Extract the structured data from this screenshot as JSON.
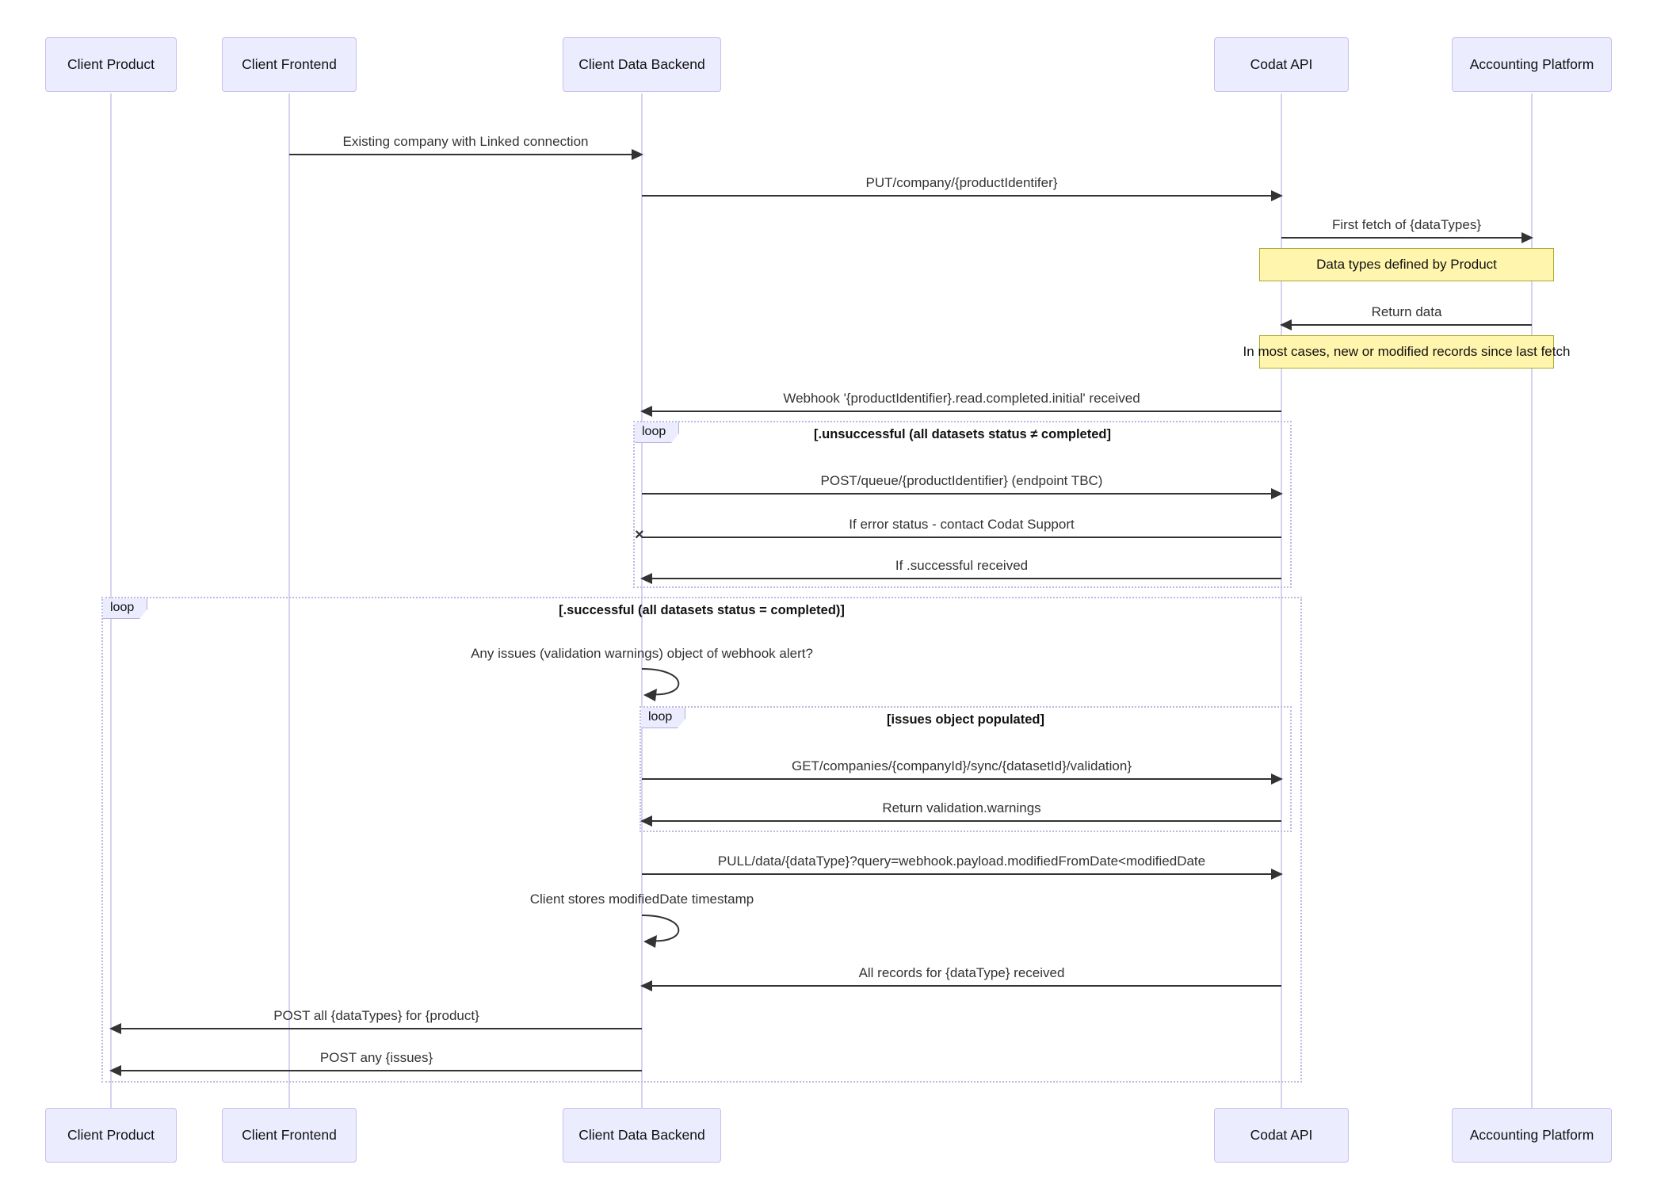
{
  "diagram_type": "sequence",
  "icons": {
    "cross_end": "×"
  },
  "colors": {
    "background": "#ffffff",
    "actor_fill": "#ECECFF",
    "actor_border": "#c6c0ec",
    "lifeline": "#d8d2f0",
    "message_line": "#333333",
    "note_fill": "#fff5ad",
    "note_border": "#aaaa33",
    "loop_border": "#beb8e3",
    "loop_tab_fill": "#ECECFF"
  },
  "actors": [
    {
      "name": "Client Product"
    },
    {
      "name": "Client Frontend"
    },
    {
      "name": "Client Data Backend"
    },
    {
      "name": "Codat API"
    },
    {
      "name": "Accounting Platform"
    }
  ],
  "loops": [
    {
      "tab": "loop",
      "condition": "[.unsuccessful (all datasets status ≠ completed]"
    },
    {
      "tab": "loop",
      "condition": "[.successful (all datasets status = completed)]"
    },
    {
      "tab": "loop",
      "condition": "[issues object populated]"
    }
  ],
  "notes": [
    {
      "text": "Data types defined by Product"
    },
    {
      "text": "In most cases, new or modified records since last fetch"
    }
  ],
  "messages": [
    {
      "label": "Existing company with Linked connection",
      "from": "Client Frontend",
      "to": "Client Data Backend"
    },
    {
      "label": "PUT/company/{productIdentifer}",
      "from": "Client Data Backend",
      "to": "Codat API"
    },
    {
      "label": "First fetch of {dataTypes}",
      "from": "Codat API",
      "to": "Accounting Platform"
    },
    {
      "label": "Return data",
      "from": "Accounting Platform",
      "to": "Codat API"
    },
    {
      "label": "Webhook '{productIdentifier}.read.completed.initial' received",
      "from": "Codat API",
      "to": "Client Data Backend"
    },
    {
      "label": "POST/queue/{productIdentifier} (endpoint TBC)",
      "from": "Client Data Backend",
      "to": "Codat API"
    },
    {
      "label": "If error status - contact Codat Support",
      "from": "Codat API",
      "to": "Client Data Backend"
    },
    {
      "label": "If .successful received",
      "from": "Codat API",
      "to": "Client Data Backend"
    },
    {
      "label": "Any issues (validation warnings) object of webhook alert?",
      "from": "Client Data Backend",
      "to": "Client Data Backend"
    },
    {
      "label": "GET/companies/{companyId}/sync/{datasetId}/validation}",
      "from": "Client Data Backend",
      "to": "Codat API"
    },
    {
      "label": "Return validation.warnings",
      "from": "Codat API",
      "to": "Client Data Backend"
    },
    {
      "label": "PULL/data/{dataType}?query=webhook.payload.modifiedFromDate<modifiedDate",
      "from": "Client Data Backend",
      "to": "Codat API"
    },
    {
      "label": "Client stores modifiedDate timestamp",
      "from": "Client Data Backend",
      "to": "Client Data Backend"
    },
    {
      "label": "All records for {dataType} received",
      "from": "Codat API",
      "to": "Client Data Backend"
    },
    {
      "label": "POST all {dataTypes} for {product}",
      "from": "Client Data Backend",
      "to": "Client Product"
    },
    {
      "label": "POST any {issues}",
      "from": "Client Data Backend",
      "to": "Client Product"
    }
  ]
}
